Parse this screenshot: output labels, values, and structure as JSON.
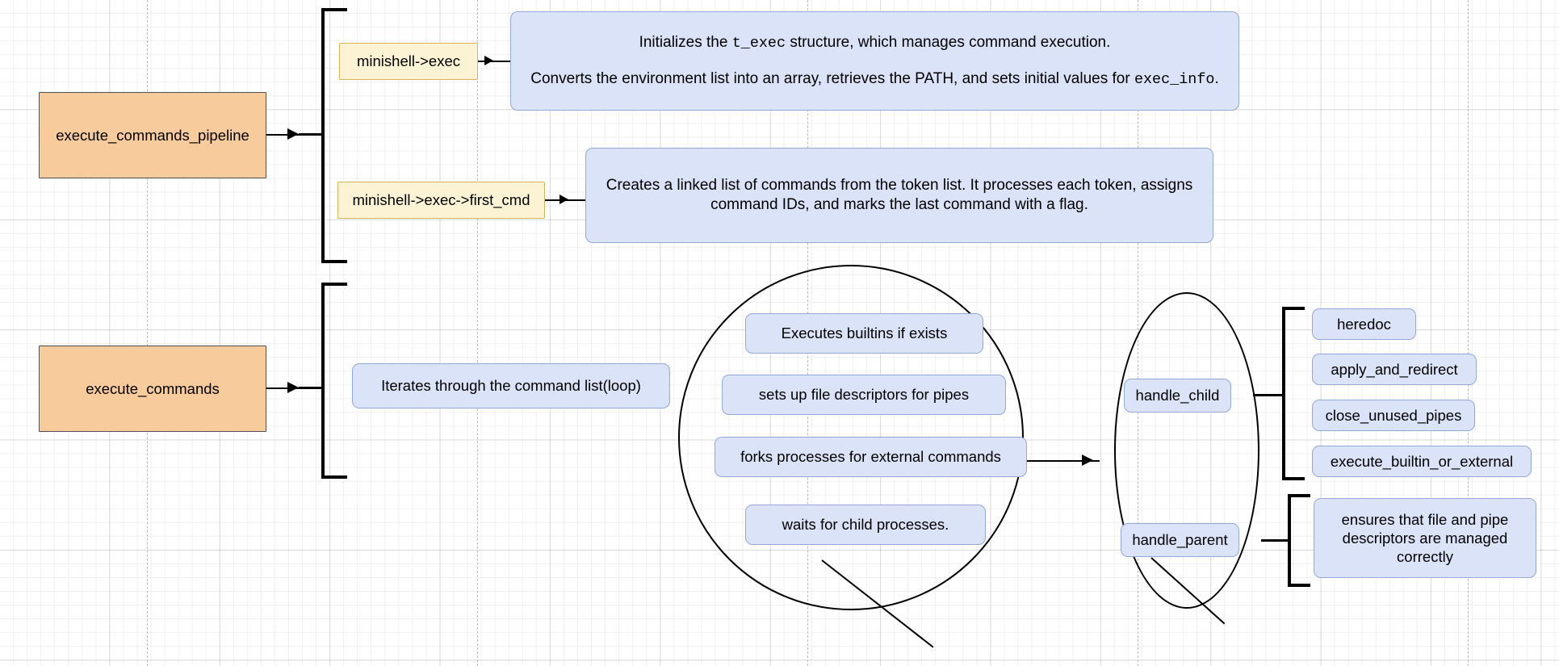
{
  "diagram": {
    "title": "minishell execution pipeline flow diagram",
    "colors": {
      "orange_fill": "#f8cb9c",
      "orange_stroke": "#4f4f58",
      "yellow_fill": "#fcf3d4",
      "yellow_stroke": "#d6b656",
      "blue_fill": "#dae3f7",
      "blue_stroke": "#93a9d6",
      "connector": "#000000",
      "grid": "#e8e8e8",
      "page_break": "#b9b9b9"
    },
    "root_nodes": [
      {
        "id": "execute_commands_pipeline",
        "label": "execute_commands_pipeline"
      },
      {
        "id": "execute_commands",
        "label": "execute_commands"
      }
    ],
    "branch_a": {
      "items": [
        {
          "key": "minishell->exec",
          "description_lines": [
            {
              "text_before": "Initializes the ",
              "code": "t_exec",
              "text_after": " structure, which manages command execution."
            },
            {
              "text_before": "Converts the environment list into an array, retrieves the PATH, and sets initial values for ",
              "code": "exec_info",
              "text_after": "."
            }
          ]
        },
        {
          "key": "minishell->exec->first_cmd",
          "description": "Creates a linked list of commands from the token list. It processes each token, assigns command IDs, and marks the last command with a flag."
        }
      ]
    },
    "branch_b": {
      "loop_note": "Iterates through the command list(loop)",
      "loop_steps": [
        "Executes builtins if exists",
        "sets up file descriptors for pipes",
        "forks processes for external commands",
        "waits for child processes."
      ],
      "handlers": [
        {
          "name": "handle_child",
          "children": [
            "heredoc",
            "apply_and_redirect",
            "close_unused_pipes",
            "execute_builtin_or_external"
          ]
        },
        {
          "name": "handle_parent",
          "children": [
            "ensures that file and pipe descriptors are managed correctly"
          ]
        }
      ]
    }
  }
}
